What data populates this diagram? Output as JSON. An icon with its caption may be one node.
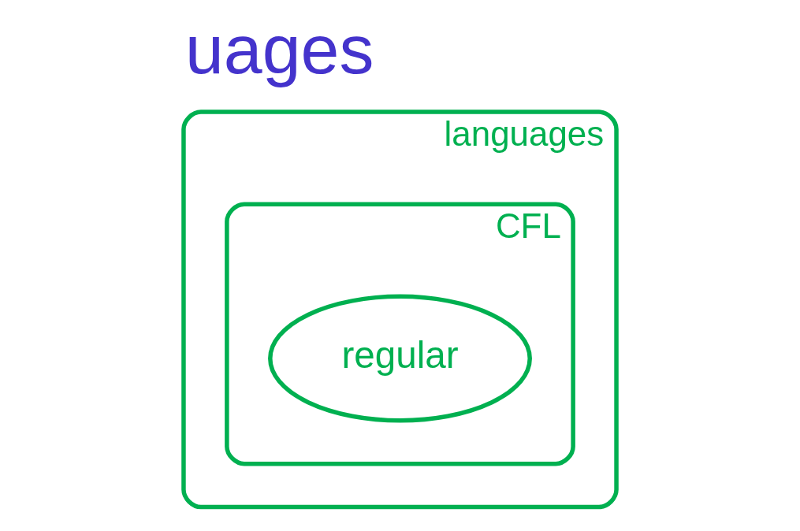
{
  "diagram": {
    "title": "uages",
    "nodes": [
      {
        "text": [
          "languages"
        ]
      },
      {
        "text": [
          "CFL"
        ],
        "in": 0
      },
      {
        "text": [
          "regular"
        ],
        "in": 1
      }
    ]
  }
}
